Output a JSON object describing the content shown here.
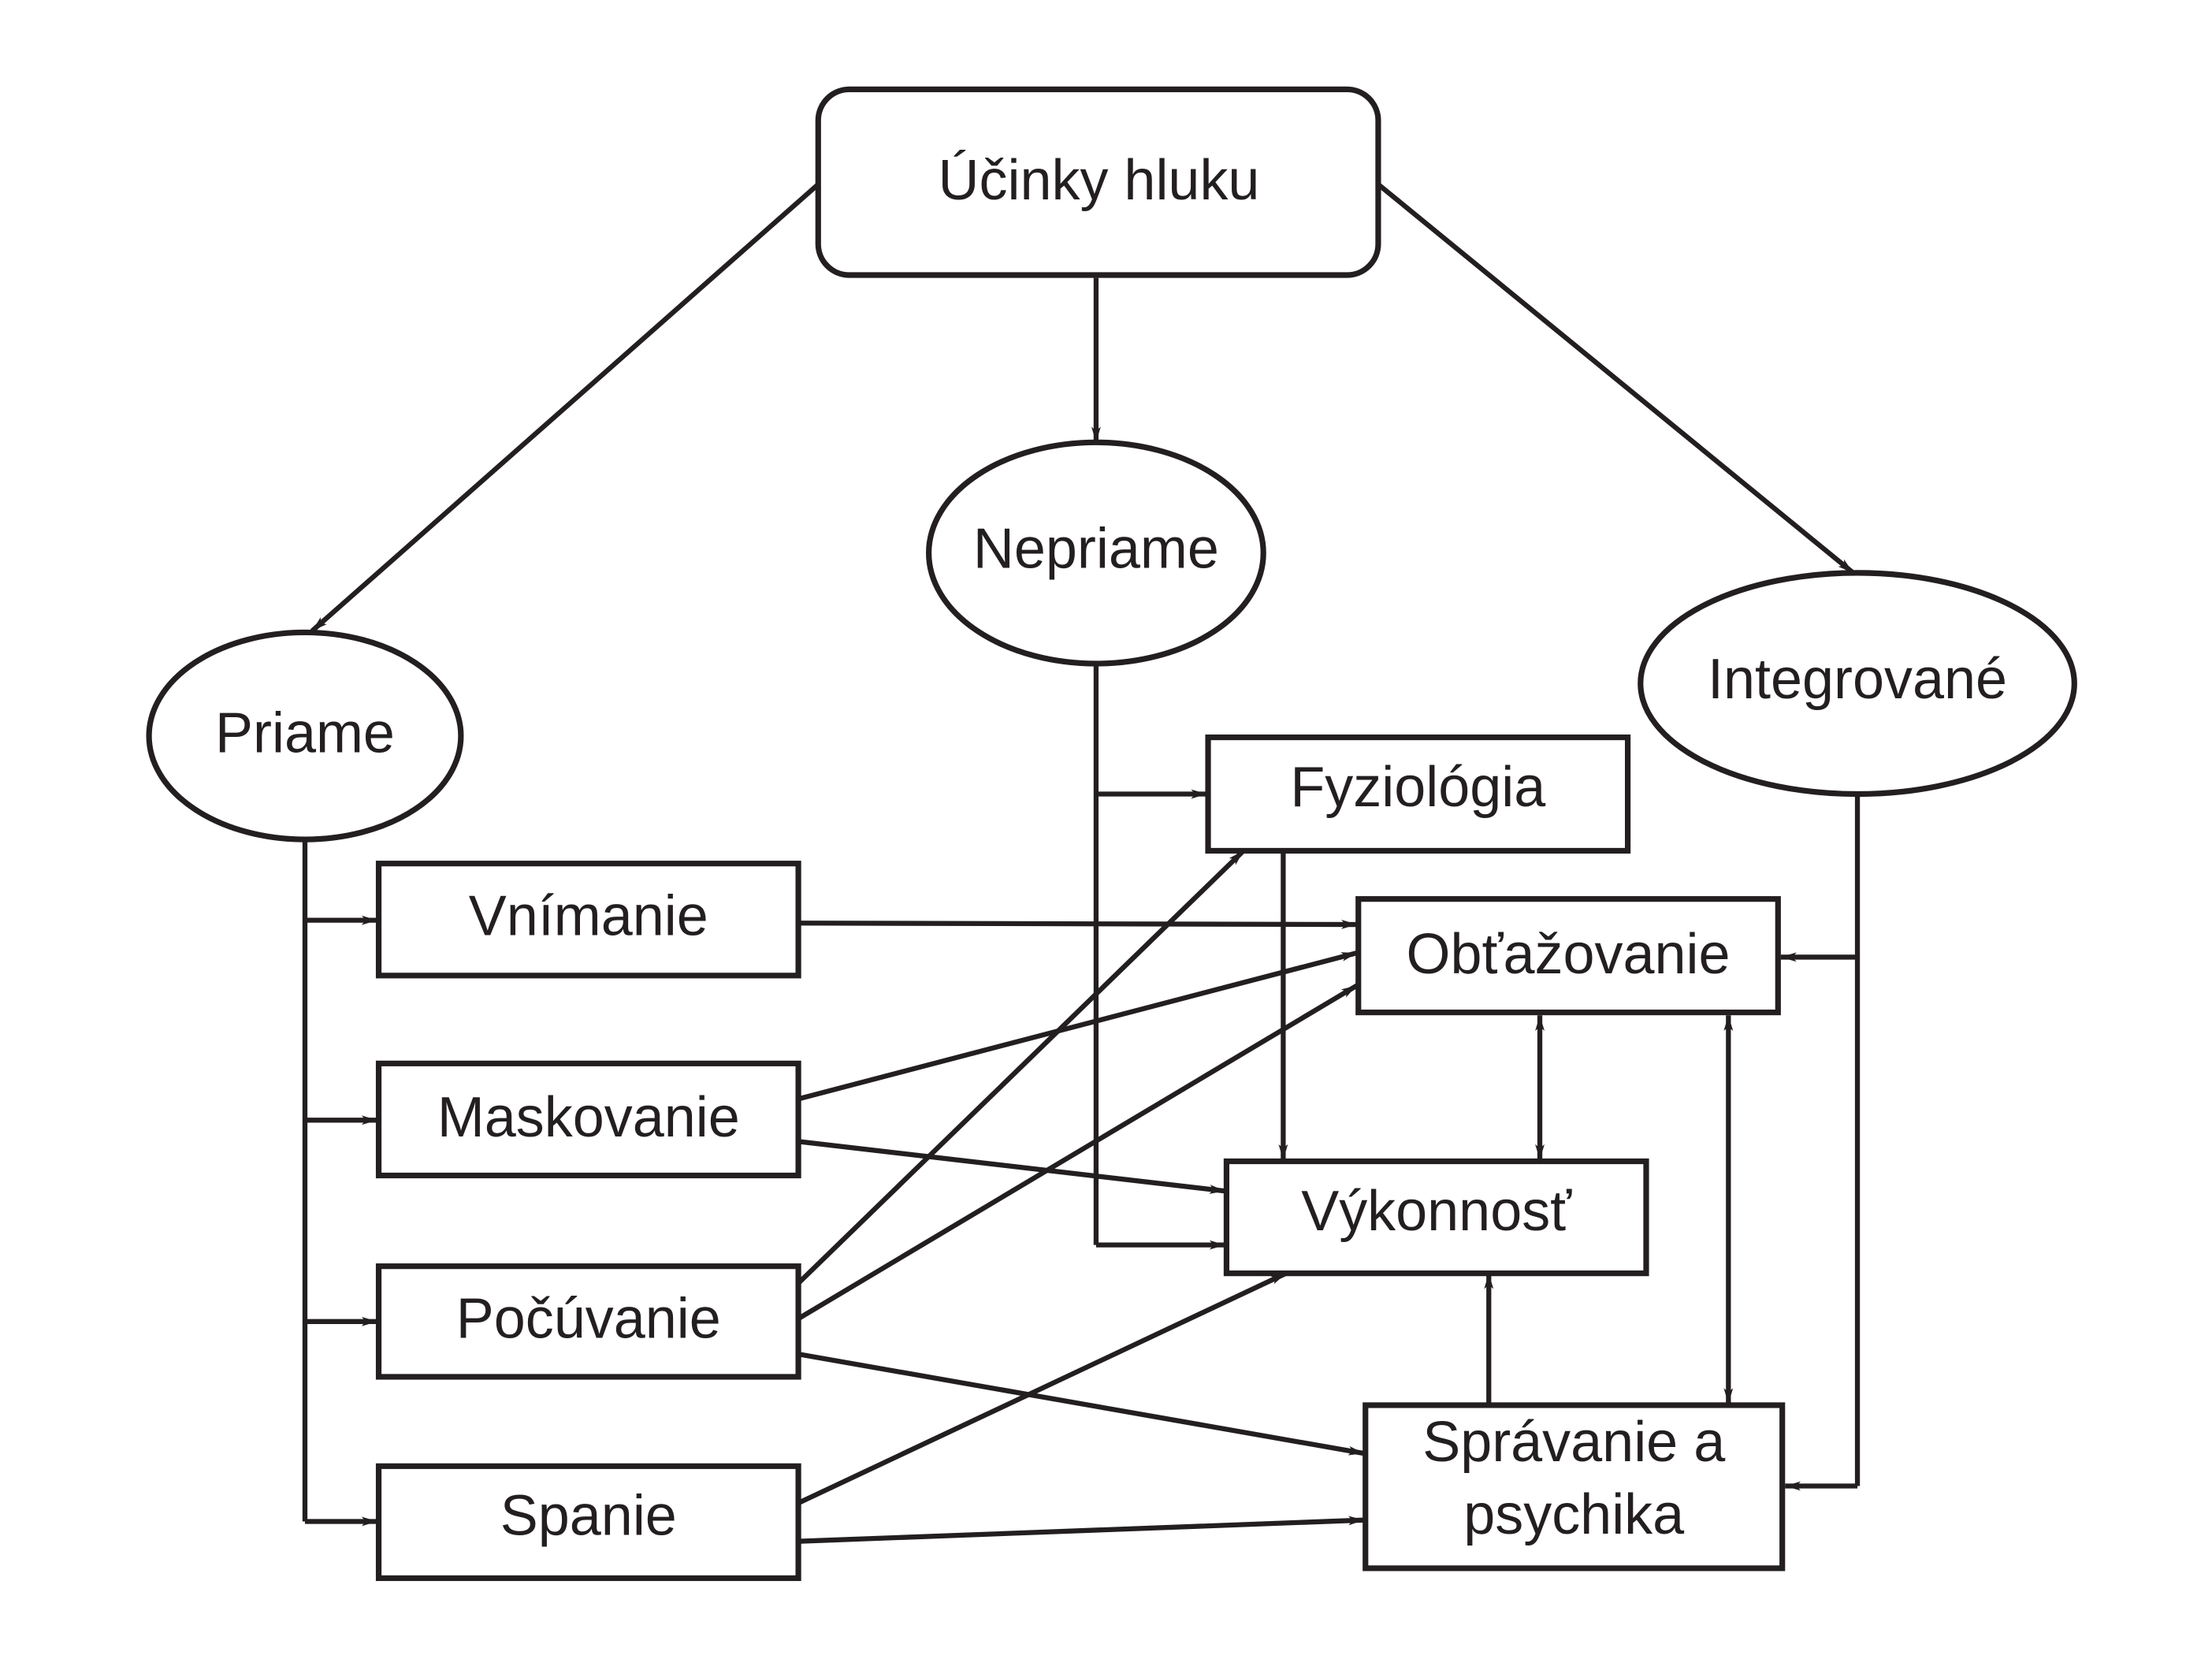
{
  "diagram": {
    "root": "Účinky hluku",
    "categories": {
      "direct": "Priame",
      "indirect": "Nepriame",
      "integrated": "Integrované"
    },
    "direct_effects": [
      "Vnímanie",
      "Maskovanie",
      "Počúvanie",
      "Spanie"
    ],
    "outcomes": {
      "physiology": "Fyziológia",
      "annoyance": "Obťažovanie",
      "performance": "Výkonnosť",
      "behavior_line1": "Správanie a",
      "behavior_line2": "psychika"
    },
    "edges": [
      [
        "Účinky hluku",
        "Priame"
      ],
      [
        "Účinky hluku",
        "Nepriame"
      ],
      [
        "Účinky hluku",
        "Integrované"
      ],
      [
        "Priame",
        "Vnímanie"
      ],
      [
        "Priame",
        "Maskovanie"
      ],
      [
        "Priame",
        "Počúvanie"
      ],
      [
        "Priame",
        "Spanie"
      ],
      [
        "Nepriame",
        "Fyziológia"
      ],
      [
        "Nepriame",
        "Výkonnosť"
      ],
      [
        "Integrované",
        "Obťažovanie"
      ],
      [
        "Integrované",
        "Správanie a psychika"
      ],
      [
        "Vnímanie",
        "Obťažovanie"
      ],
      [
        "Maskovanie",
        "Obťažovanie"
      ],
      [
        "Maskovanie",
        "Výkonnosť"
      ],
      [
        "Počúvanie",
        "Fyziológia"
      ],
      [
        "Počúvanie",
        "Obťažovanie"
      ],
      [
        "Počúvanie",
        "Správanie a psychika"
      ],
      [
        "Spanie",
        "Výkonnosť"
      ],
      [
        "Spanie",
        "Správanie a psychika"
      ],
      [
        "Fyziológia",
        "Výkonnosť"
      ],
      [
        "Obťažovanie",
        "Výkonnosť",
        "bidirectional"
      ],
      [
        "Obťažovanie",
        "Správanie a psychika",
        "bidirectional"
      ],
      [
        "Správanie a psychika",
        "Výkonnosť"
      ]
    ]
  }
}
